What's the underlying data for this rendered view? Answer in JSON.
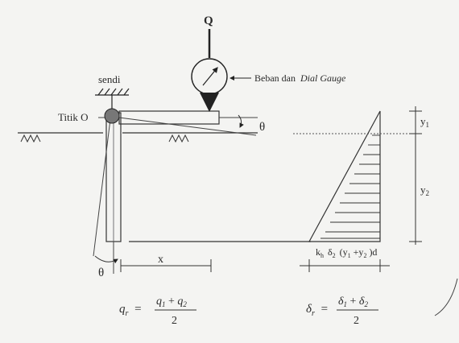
{
  "labels": {
    "load": "Q",
    "support": "sendi",
    "point_o": "Titik O",
    "dial_gauge_plain": "Beban dan",
    "dial_gauge_italic": "Dial Gauge",
    "theta_beam": "θ",
    "theta_pile": "θ",
    "x_dim": "x",
    "y1": "y",
    "y1_sub": "1",
    "y2": "y",
    "y2_sub": "2"
  },
  "formulas": {
    "pressure": {
      "k": "k",
      "k_sub": "h",
      "delta": "δ",
      "delta_sub": "2",
      "paren_open": "(y",
      "y1_sub": "1",
      "plus": "+y",
      "y2_sub": "2",
      "paren_close": ")d"
    },
    "qr": {
      "lhs": "q",
      "lhs_sub": "r",
      "eq": "=",
      "num_a": "q",
      "num_a_sub": "1",
      "num_plus": " + ",
      "num_b": "q",
      "num_b_sub": "2",
      "den": "2"
    },
    "dr": {
      "lhs": "δ",
      "lhs_sub": "r",
      "eq": "=",
      "num_a": "δ",
      "num_a_sub": "1",
      "num_plus": " + ",
      "num_b": "δ",
      "num_b_sub": "2",
      "den": "2"
    }
  }
}
